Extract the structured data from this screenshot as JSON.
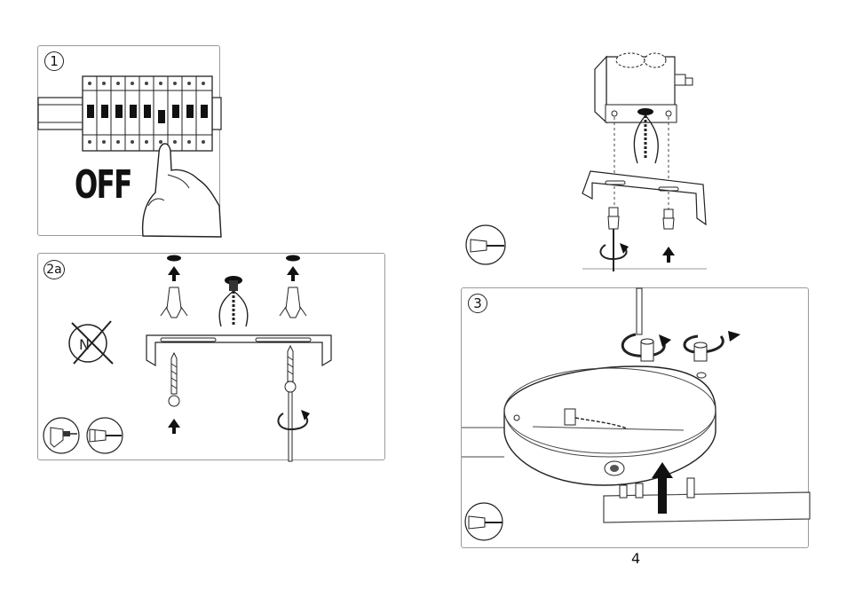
{
  "steps": {
    "step1": {
      "number": "1",
      "label": "OFF"
    },
    "step2a": {
      "number": "2a"
    },
    "step3": {
      "number": "3"
    }
  },
  "icons": [
    "circuit-breaker-icon",
    "no-hammer-icon",
    "drill-icon",
    "screwdriver-icon",
    "junction-box-icon",
    "mounting-bracket-icon",
    "rotate-arrow-icon",
    "up-arrow-icon"
  ],
  "page": {
    "number": "4"
  }
}
